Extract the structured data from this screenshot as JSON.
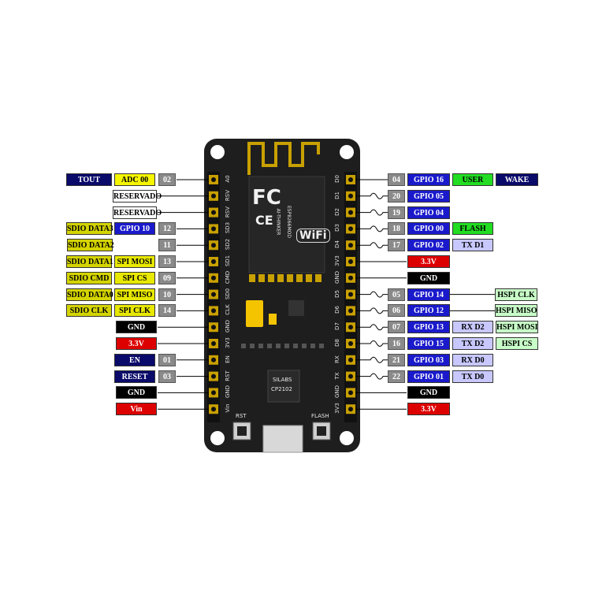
{
  "colors": {
    "gpio": "#1a1acc",
    "gnd": "#000000",
    "power": "#dd0000",
    "tout": "#0a0a6a",
    "adc": "#f5f500",
    "spi": "#d4d400",
    "spi_light": "#e8e800",
    "user": "#22dd22",
    "wake": "#0a0a6a",
    "uart": "#c8c8ff",
    "hspi": "#c8ffc8",
    "reserved": "#ffffff",
    "num": "#8a8a8a",
    "board": "#1e1e1e",
    "header": "#c8a000"
  },
  "board": {
    "chip_vendor": "AI-THINKER",
    "chip_model": "ESP8266MOD",
    "fc_mark": "FC",
    "ce_mark": "CE",
    "wifi_mark": "WiFi",
    "rst_label": "RST",
    "flash_label": "FLASH",
    "usb_chip_brand": "SILABS",
    "usb_chip_model": "CP2102"
  },
  "left": [
    {
      "pin": "A0",
      "num": "02",
      "tags": [
        {
          "text": "ADC 00",
          "style": "adc"
        },
        {
          "text": "TOUT",
          "style": "tout"
        }
      ]
    },
    {
      "pin": "RSV",
      "tags": [
        {
          "text": "RESERVADO",
          "style": "reserved"
        }
      ]
    },
    {
      "pin": "RSV",
      "tags": [
        {
          "text": "RESERVADO",
          "style": "reserved"
        }
      ]
    },
    {
      "pin": "SD3",
      "num": "12",
      "tags": [
        {
          "text": "GPIO 10",
          "style": "gpio"
        },
        {
          "text": "SDIO DATA3",
          "style": "spi"
        }
      ]
    },
    {
      "pin": "SD2",
      "num": "11",
      "tags": [
        {
          "text": "SDIO DATA2",
          "style": "spi"
        }
      ]
    },
    {
      "pin": "SD1",
      "num": "13",
      "tags": [
        {
          "text": "SPI MOSI",
          "style": "spi_light"
        },
        {
          "text": "SDIO DATA1",
          "style": "spi"
        }
      ]
    },
    {
      "pin": "CMD",
      "num": "09",
      "tags": [
        {
          "text": "SPI CS",
          "style": "spi_light"
        },
        {
          "text": "SDIO CMD",
          "style": "spi"
        }
      ]
    },
    {
      "pin": "SD0",
      "num": "10",
      "tags": [
        {
          "text": "SPI MISO",
          "style": "spi_light"
        },
        {
          "text": "SDIO DATA0",
          "style": "spi"
        }
      ]
    },
    {
      "pin": "CLK",
      "num": "14",
      "tags": [
        {
          "text": "SPI CLK",
          "style": "spi_light"
        },
        {
          "text": "SDIO CLK",
          "style": "spi"
        }
      ]
    },
    {
      "pin": "GND",
      "tags": [
        {
          "text": "GND",
          "style": "gnd"
        }
      ]
    },
    {
      "pin": "3V3",
      "tags": [
        {
          "text": "3.3V",
          "style": "power"
        }
      ]
    },
    {
      "pin": "EN",
      "num": "01",
      "tags": [
        {
          "text": "EN",
          "style": "tout"
        }
      ]
    },
    {
      "pin": "RST",
      "num": "03",
      "tags": [
        {
          "text": "RESET",
          "style": "tout"
        }
      ]
    },
    {
      "pin": "GND",
      "tags": [
        {
          "text": "GND",
          "style": "gnd"
        }
      ]
    },
    {
      "pin": "Vin",
      "tags": [
        {
          "text": "Vin",
          "style": "power"
        }
      ]
    }
  ],
  "right": [
    {
      "pin": "D0",
      "num": "04",
      "tags": [
        {
          "text": "GPIO 16",
          "style": "gpio"
        },
        {
          "text": "USER",
          "style": "user"
        },
        {
          "text": "WAKE",
          "style": "wake"
        }
      ]
    },
    {
      "pin": "D1",
      "num": "20",
      "tags": [
        {
          "text": "GPIO 05",
          "style": "gpio"
        }
      ]
    },
    {
      "pin": "D2",
      "num": "19",
      "tags": [
        {
          "text": "GPIO 04",
          "style": "gpio"
        }
      ]
    },
    {
      "pin": "D3",
      "num": "18",
      "tags": [
        {
          "text": "GPIO 00",
          "style": "gpio"
        },
        {
          "text": "FLASH",
          "style": "user"
        }
      ]
    },
    {
      "pin": "D4",
      "num": "17",
      "tags": [
        {
          "text": "GPIO 02",
          "style": "gpio"
        },
        {
          "text": "TX D1",
          "style": "uart"
        }
      ]
    },
    {
      "pin": "3V3",
      "tags": [
        {
          "text": "3.3V",
          "style": "power"
        }
      ]
    },
    {
      "pin": "GND",
      "tags": [
        {
          "text": "GND",
          "style": "gnd"
        }
      ]
    },
    {
      "pin": "D5",
      "num": "05",
      "tags": [
        {
          "text": "GPIO 14",
          "style": "gpio"
        },
        {
          "text": "HSPI CLK",
          "style": "hspi"
        }
      ]
    },
    {
      "pin": "D6",
      "num": "06",
      "tags": [
        {
          "text": "GPIO 12",
          "style": "gpio"
        },
        {
          "text": "HSPI MISO",
          "style": "hspi"
        }
      ]
    },
    {
      "pin": "D7",
      "num": "07",
      "tags": [
        {
          "text": "GPIO 13",
          "style": "gpio"
        },
        {
          "text": "RX D2",
          "style": "uart"
        },
        {
          "text": "HSPI MOSI",
          "style": "hspi"
        }
      ]
    },
    {
      "pin": "D8",
      "num": "16",
      "tags": [
        {
          "text": "GPIO 15",
          "style": "gpio"
        },
        {
          "text": "TX D2",
          "style": "uart"
        },
        {
          "text": "HSPI CS",
          "style": "hspi"
        }
      ]
    },
    {
      "pin": "RX",
      "num": "21",
      "tags": [
        {
          "text": "GPIO 03",
          "style": "gpio"
        },
        {
          "text": "RX D0",
          "style": "uart"
        }
      ]
    },
    {
      "pin": "TX",
      "num": "22",
      "tags": [
        {
          "text": "GPIO 01",
          "style": "gpio"
        },
        {
          "text": "TX D0",
          "style": "uart"
        }
      ]
    },
    {
      "pin": "GND",
      "tags": [
        {
          "text": "GND",
          "style": "gnd"
        }
      ]
    },
    {
      "pin": "3V3",
      "tags": [
        {
          "text": "3.3V",
          "style": "power"
        }
      ]
    }
  ]
}
